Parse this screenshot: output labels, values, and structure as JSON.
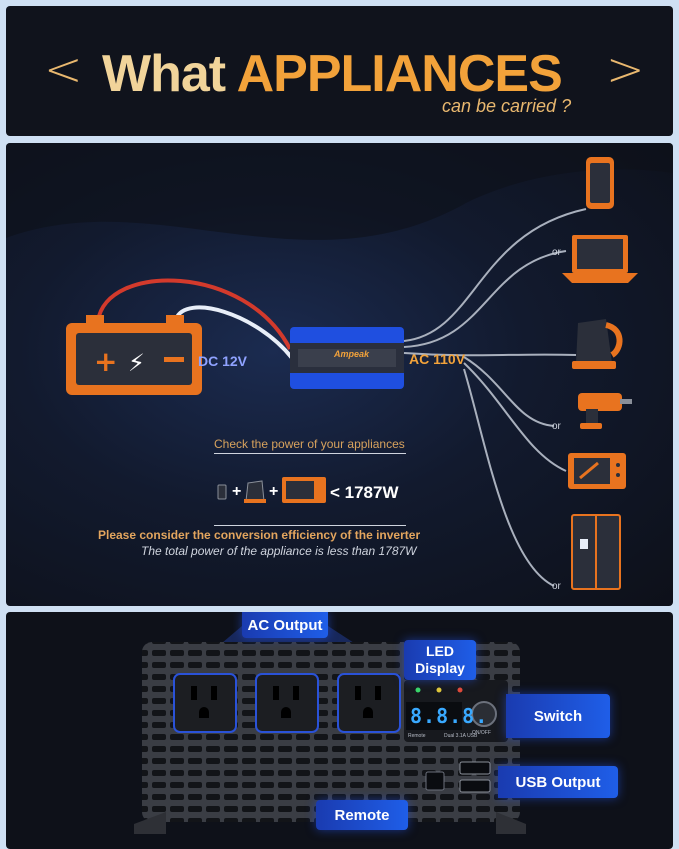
{
  "header": {
    "chevron_left": "<",
    "chevron_right": ">",
    "title_word1": "What",
    "title_word2": "APPLIANCES",
    "subtitle": "can be carried ?"
  },
  "diagram": {
    "dc_label": "DC 12V",
    "ac_label": "AC 110V",
    "brand": "Ampeak",
    "or_label": "or",
    "check_text": "Check the power of your appliances",
    "power_limit": "< 1787W",
    "plus": "+",
    "conversion_text": "Please consider the conversion efficiency of the inverter",
    "total_text": "The total power of the appliance is less than 1787W"
  },
  "panel": {
    "ac_output": "AC Output",
    "led_display_line1": "LED",
    "led_display_line2": "Display",
    "switch": "Switch",
    "usb_output": "USB Output",
    "remote": "Remote",
    "led_readout": "8.8.8.",
    "onoff": "ON/OFF",
    "remote_small": "Remote",
    "usb_small": "Dual 3.1A USB"
  },
  "colors": {
    "accent_orange": "#f2a23a",
    "title_cream": "#f1d49a",
    "badge_blue": "#1f5ee8",
    "dc_blue": "#8fa2ff"
  }
}
